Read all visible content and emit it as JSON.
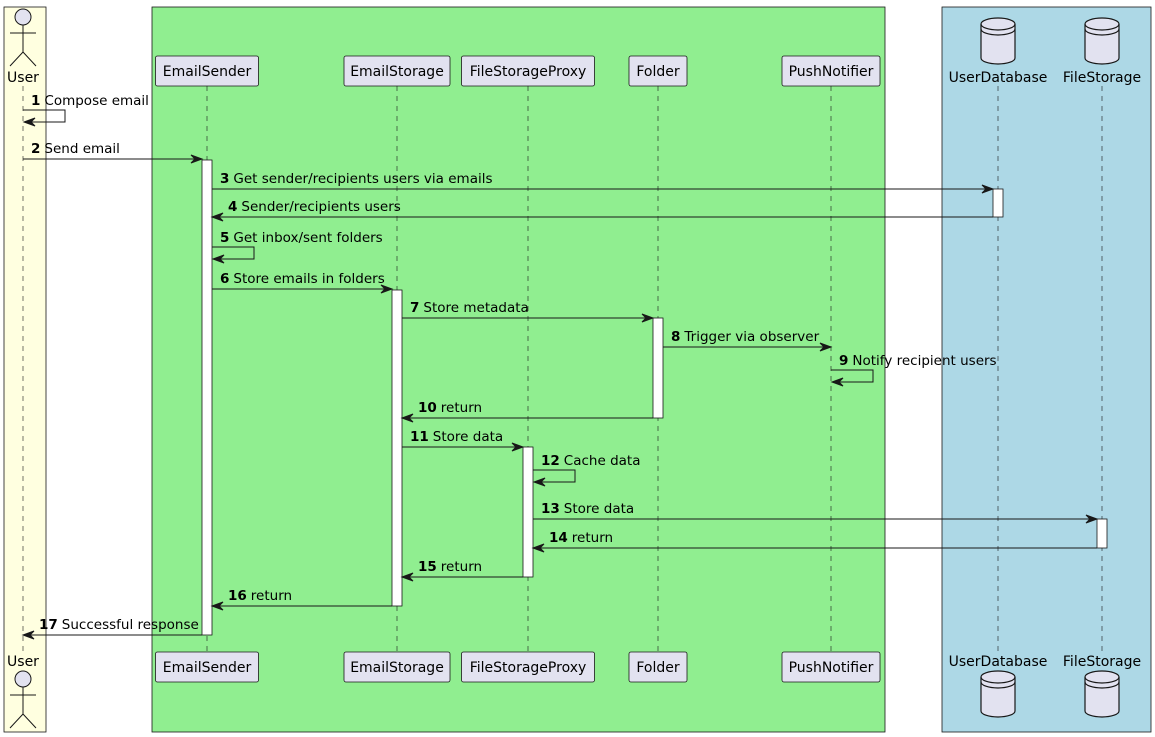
{
  "colors": {
    "user_box": "#FFFFE0",
    "service_box": "#90EE90",
    "storage_box": "#ADD8E6",
    "participant_fill": "#E2E2F0",
    "activation_fill": "#FFFFFF",
    "line": "#181818"
  },
  "participants": [
    {
      "key": "user",
      "label": "User",
      "kind": "actor",
      "icon": "actor-icon"
    },
    {
      "key": "email_sender",
      "label": "EmailSender",
      "kind": "participant"
    },
    {
      "key": "email_storage",
      "label": "EmailStorage",
      "kind": "participant"
    },
    {
      "key": "file_storage_proxy",
      "label": "FileStorageProxy",
      "kind": "participant"
    },
    {
      "key": "folder",
      "label": "Folder",
      "kind": "participant"
    },
    {
      "key": "push_notifier",
      "label": "PushNotifier",
      "kind": "participant"
    },
    {
      "key": "user_database",
      "label": "UserDatabase",
      "kind": "database",
      "icon": "database-icon"
    },
    {
      "key": "file_storage",
      "label": "FileStorage",
      "kind": "database",
      "icon": "database-icon"
    }
  ],
  "messages": [
    {
      "num": "1",
      "text": "Compose email",
      "from": "user",
      "to": "user"
    },
    {
      "num": "2",
      "text": "Send email",
      "from": "user",
      "to": "email_sender"
    },
    {
      "num": "3",
      "text": "Get sender/recipients users via emails",
      "from": "email_sender",
      "to": "user_database"
    },
    {
      "num": "4",
      "text": "Sender/recipients users",
      "from": "user_database",
      "to": "email_sender"
    },
    {
      "num": "5",
      "text": "Get inbox/sent folders",
      "from": "email_sender",
      "to": "email_sender"
    },
    {
      "num": "6",
      "text": "Store emails in folders",
      "from": "email_sender",
      "to": "email_storage"
    },
    {
      "num": "7",
      "text": "Store metadata",
      "from": "email_storage",
      "to": "folder"
    },
    {
      "num": "8",
      "text": "Trigger via observer",
      "from": "folder",
      "to": "push_notifier"
    },
    {
      "num": "9",
      "text": "Notify recipient users",
      "from": "push_notifier",
      "to": "push_notifier"
    },
    {
      "num": "10",
      "text": "return",
      "from": "folder",
      "to": "email_storage"
    },
    {
      "num": "11",
      "text": "Store data",
      "from": "email_storage",
      "to": "file_storage_proxy"
    },
    {
      "num": "12",
      "text": "Cache data",
      "from": "file_storage_proxy",
      "to": "file_storage_proxy"
    },
    {
      "num": "13",
      "text": "Store data",
      "from": "file_storage_proxy",
      "to": "file_storage"
    },
    {
      "num": "14",
      "text": "return",
      "from": "file_storage",
      "to": "file_storage_proxy"
    },
    {
      "num": "15",
      "text": "return",
      "from": "file_storage_proxy",
      "to": "email_storage"
    },
    {
      "num": "16",
      "text": "return",
      "from": "email_storage",
      "to": "email_sender"
    },
    {
      "num": "17",
      "text": "Successful response",
      "from": "email_sender",
      "to": "user"
    }
  ]
}
